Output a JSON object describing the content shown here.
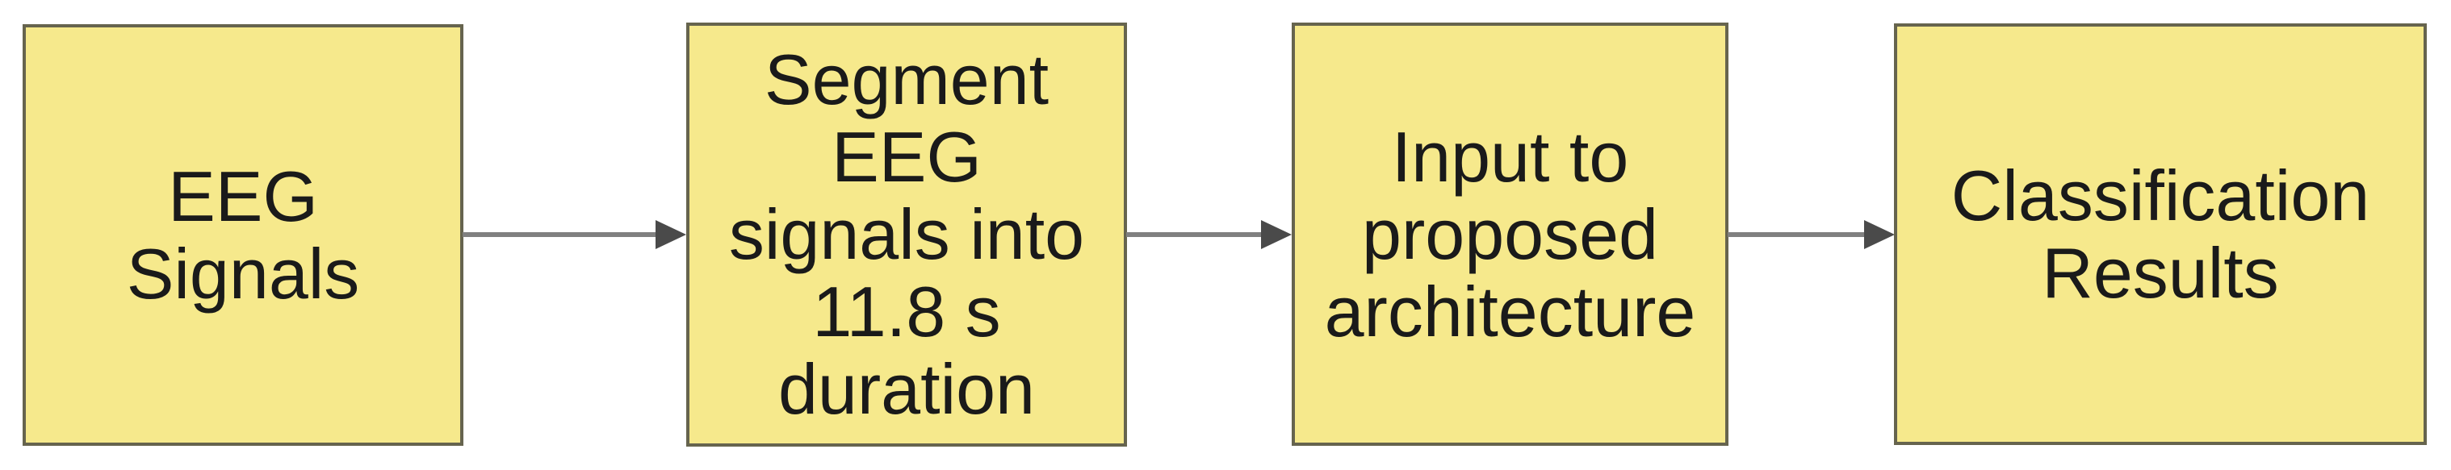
{
  "diagram": {
    "type": "flowchart",
    "direction": "left-to-right",
    "nodes": [
      {
        "id": "eeg-signals",
        "label": "EEG\nSignals"
      },
      {
        "id": "segment-eeg",
        "label": "Segment\nEEG\nsignals into\n11.8 s\nduration"
      },
      {
        "id": "input-architecture",
        "label": "Input to\nproposed\narchitecture"
      },
      {
        "id": "classification-results",
        "label": "Classification\nResults"
      }
    ],
    "connections": [
      {
        "from": "eeg-signals",
        "to": "segment-eeg"
      },
      {
        "from": "segment-eeg",
        "to": "input-architecture"
      },
      {
        "from": "input-architecture",
        "to": "classification-results"
      }
    ]
  },
  "colors": {
    "node_fill": "#F6E98C",
    "node_border": "#66644E",
    "arrow_line": "#808080",
    "arrow_head": "#4A4A4A",
    "text": "#1A1A1A",
    "background": "#FFFFFF"
  }
}
